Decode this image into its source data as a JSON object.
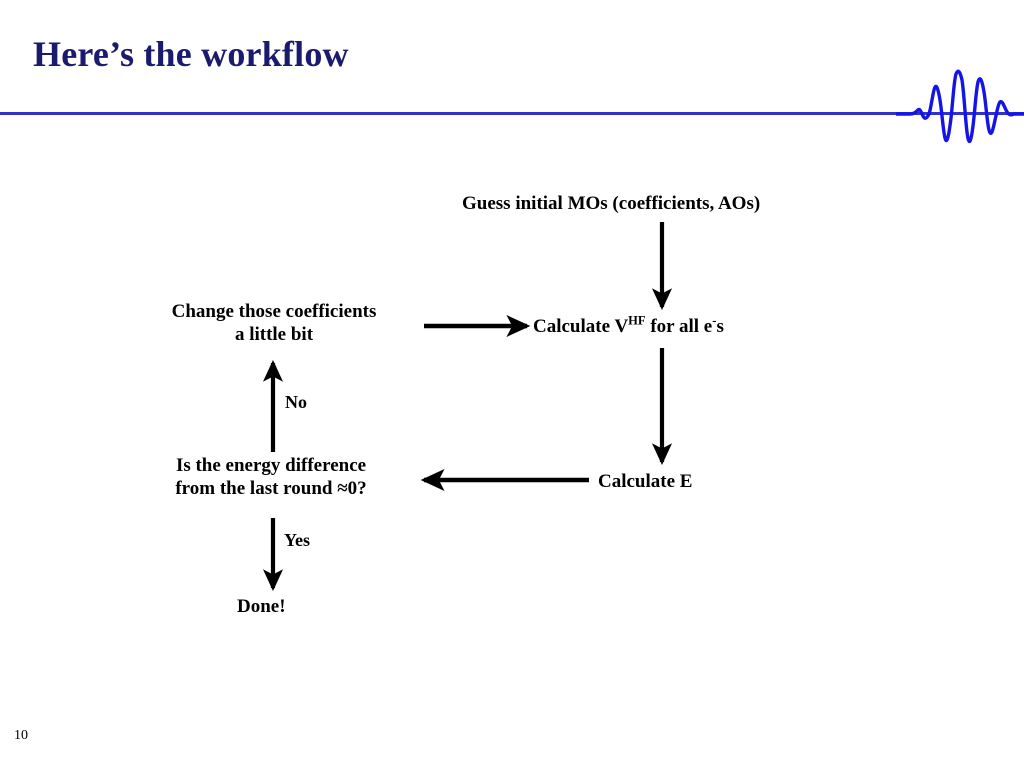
{
  "slide": {
    "title": "Here’s the workflow",
    "page_number": "10",
    "title_color": "#1a1a6e",
    "rule_color": "#3333cc",
    "wave_color": "#1414e6",
    "diagram_color": "#000000",
    "background": "#ffffff"
  },
  "decoration": {
    "wave_icon_name": "wave-packet-icon"
  },
  "diagram": {
    "type": "flowchart",
    "nodes": [
      {
        "id": "guess",
        "lines": [
          "Guess initial MOs (coefficients, AOs)"
        ]
      },
      {
        "id": "calculate-v",
        "text_before_sup": "Calculate V",
        "superscript": "HF",
        "text_middle": " for all e",
        "superscript2": "-",
        "text_after": "s"
      },
      {
        "id": "calculate-e",
        "lines": [
          "Calculate E"
        ]
      },
      {
        "id": "change-coefficients",
        "lines": [
          "Change those coefficients",
          "a little bit"
        ]
      },
      {
        "id": "energy-question",
        "lines": [
          "Is the energy difference",
          "from the last round ≈0?"
        ]
      },
      {
        "id": "done",
        "lines": [
          "Done!"
        ]
      }
    ],
    "edge_labels": {
      "no": "No",
      "yes": "Yes"
    }
  }
}
